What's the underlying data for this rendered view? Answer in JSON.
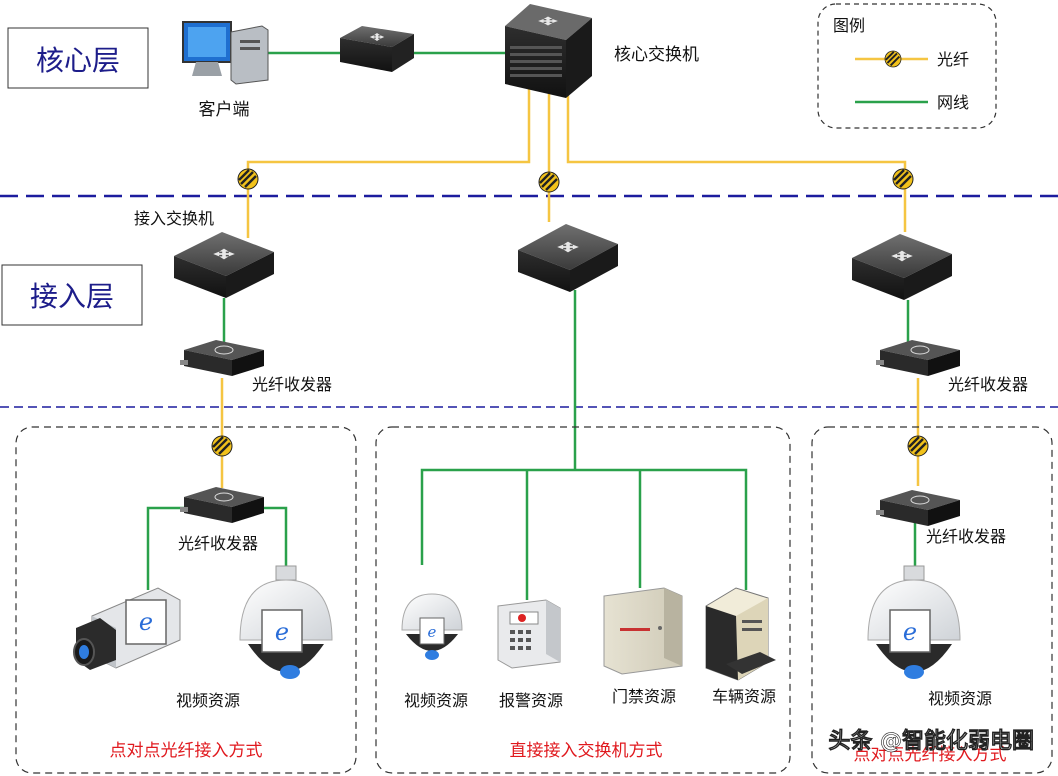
{
  "layers": {
    "core": "核心层",
    "access": "接入层"
  },
  "legend": {
    "title": "图例",
    "fiber": "光纤",
    "cable": "网线"
  },
  "nodes": {
    "client": "客户端",
    "core_switch": "核心交换机",
    "access_switch": "接入交换机",
    "transceiver": "光纤收发器",
    "video_resource": "视频资源",
    "alarm_resource": "报警资源",
    "access_control_resource": "门禁资源",
    "vehicle_resource": "车辆资源"
  },
  "modes": {
    "point_to_point": "点对点光纤接入方式",
    "direct_switch": "直接接入交换机方式"
  },
  "watermark": "头条 @智能化弱电圈",
  "colors": {
    "fiber": "#f5c542",
    "cable": "#2aa14b",
    "divider": "#1c1c9e",
    "mode_label": "#e0191e"
  }
}
